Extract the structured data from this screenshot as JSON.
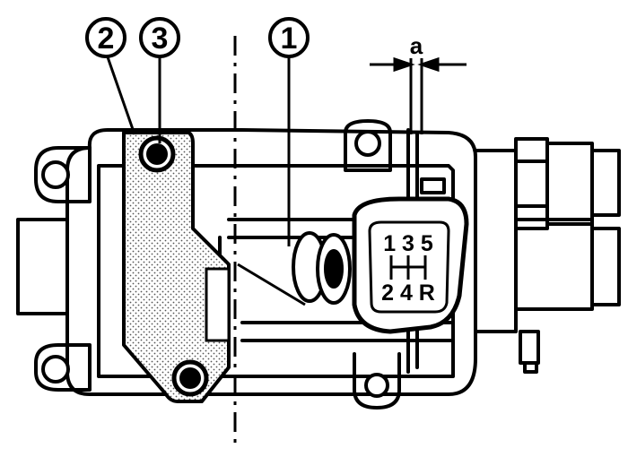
{
  "callouts": {
    "c1": "1",
    "c2": "2",
    "c3": "3"
  },
  "dimension": {
    "label": "a"
  },
  "shift_pattern": {
    "top": "1 3 5",
    "bottom": "2 4 R"
  },
  "colors": {
    "ink": "#000000",
    "background": "#ffffff",
    "shade": "#d0d0d0"
  }
}
